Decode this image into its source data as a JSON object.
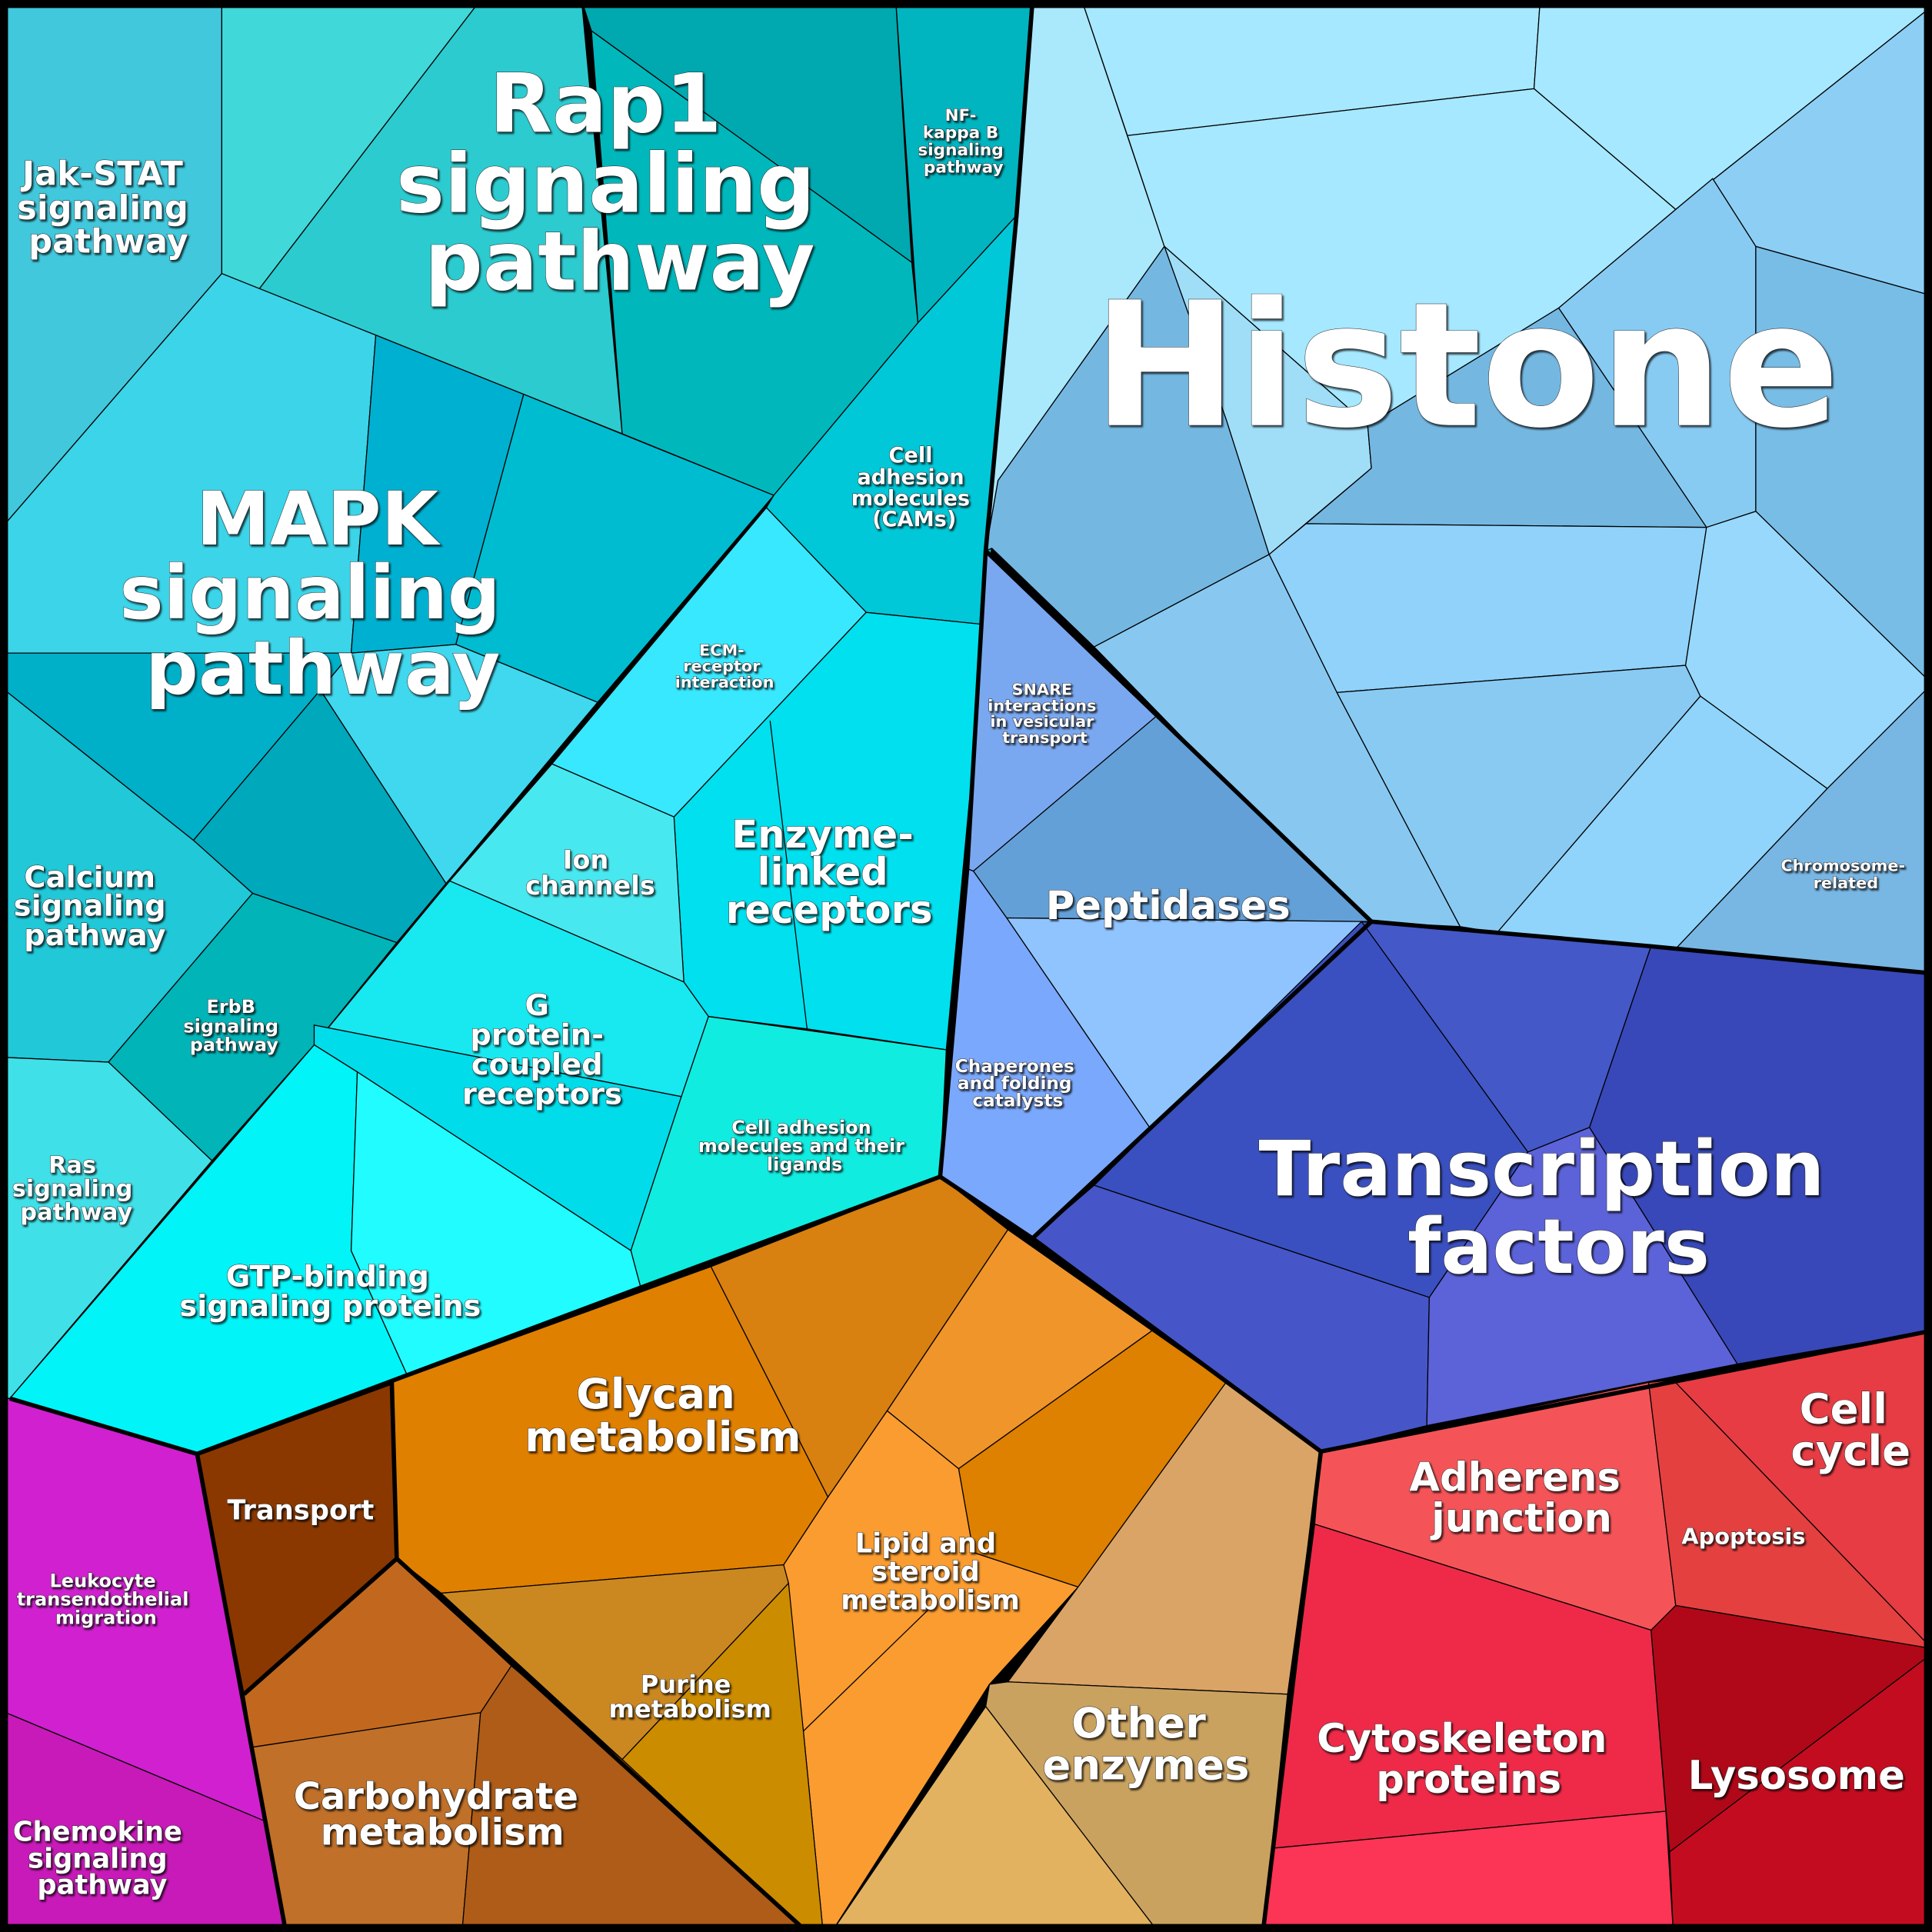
{
  "groups": {
    "signaling": {
      "color": "#00c8d8",
      "cells": {
        "rap1": [
          "Rap1",
          "signaling",
          "pathway"
        ],
        "jak_stat": [
          "Jak-STAT",
          "signaling",
          "pathway"
        ],
        "nfkb": [
          "NF-",
          "kappa B",
          "signaling",
          "pathway"
        ],
        "mapk": [
          "MAPK",
          "signaling",
          "pathway"
        ],
        "cams": [
          "Cell",
          "adhesion",
          "molecules",
          "(CAMs)"
        ],
        "ecm": [
          "ECM-",
          "receptor",
          "interaction"
        ],
        "enzyme_linked": [
          "Enzyme-",
          "linked",
          "receptors"
        ],
        "ion": [
          "Ion",
          "channels"
        ],
        "calcium": [
          "Calcium",
          "signaling",
          "pathway"
        ],
        "erbb": [
          "ErbB",
          "signaling",
          "pathway"
        ],
        "gpcr": [
          "G",
          "protein-",
          "coupled",
          "receptors"
        ],
        "cam_ligands": [
          "Cell adhesion",
          "molecules and their",
          "ligands"
        ],
        "ras": [
          "Ras",
          "signaling",
          "pathway"
        ],
        "gtp": [
          "GTP-binding",
          "signaling proteins"
        ]
      }
    },
    "chromatin": {
      "color": "#a6e8ff",
      "cells": {
        "histone": [
          "Histone"
        ],
        "chromosome": [
          "Chromosome-",
          "related"
        ]
      }
    },
    "protein_processing": {
      "color": "#7aa8f0",
      "cells": {
        "snare": [
          "SNARE",
          "interactions",
          "in vesicular",
          "transport"
        ],
        "peptidases": [
          "Peptidases"
        ],
        "chaperones": [
          "Chaperones",
          "and folding",
          "catalysts"
        ]
      }
    },
    "transcription": {
      "color": "#3a50c0",
      "cells": {
        "tf": [
          "Transcription",
          "factors"
        ]
      }
    },
    "cellular": {
      "color": "#ee2a48",
      "cells": {
        "cell_cycle": [
          "Cell",
          "cycle"
        ],
        "adherens": [
          "Adherens",
          "junction"
        ],
        "apoptosis": [
          "Apoptosis"
        ],
        "cytoskeleton": [
          "Cytoskeleton",
          "proteins"
        ],
        "lysosome": [
          "Lysosome"
        ]
      }
    },
    "metabolism": {
      "color": "#e08000",
      "cells": {
        "glycan": [
          "Glycan",
          "metabolism"
        ],
        "transport": [
          "Transport"
        ],
        "lipid": [
          "Lipid and",
          "steroid",
          "metabolism"
        ],
        "purine": [
          "Purine",
          "metabolism"
        ],
        "other": [
          "Other",
          "enzymes"
        ],
        "carbohydrate": [
          "Carbohydrate",
          "metabolism"
        ]
      }
    },
    "immune": {
      "color": "#d020d0",
      "cells": {
        "leukocyte": [
          "Leukocyte",
          "transendothelial",
          "migration"
        ],
        "chemokine": [
          "Chemokine",
          "signaling",
          "pathway"
        ]
      }
    }
  }
}
